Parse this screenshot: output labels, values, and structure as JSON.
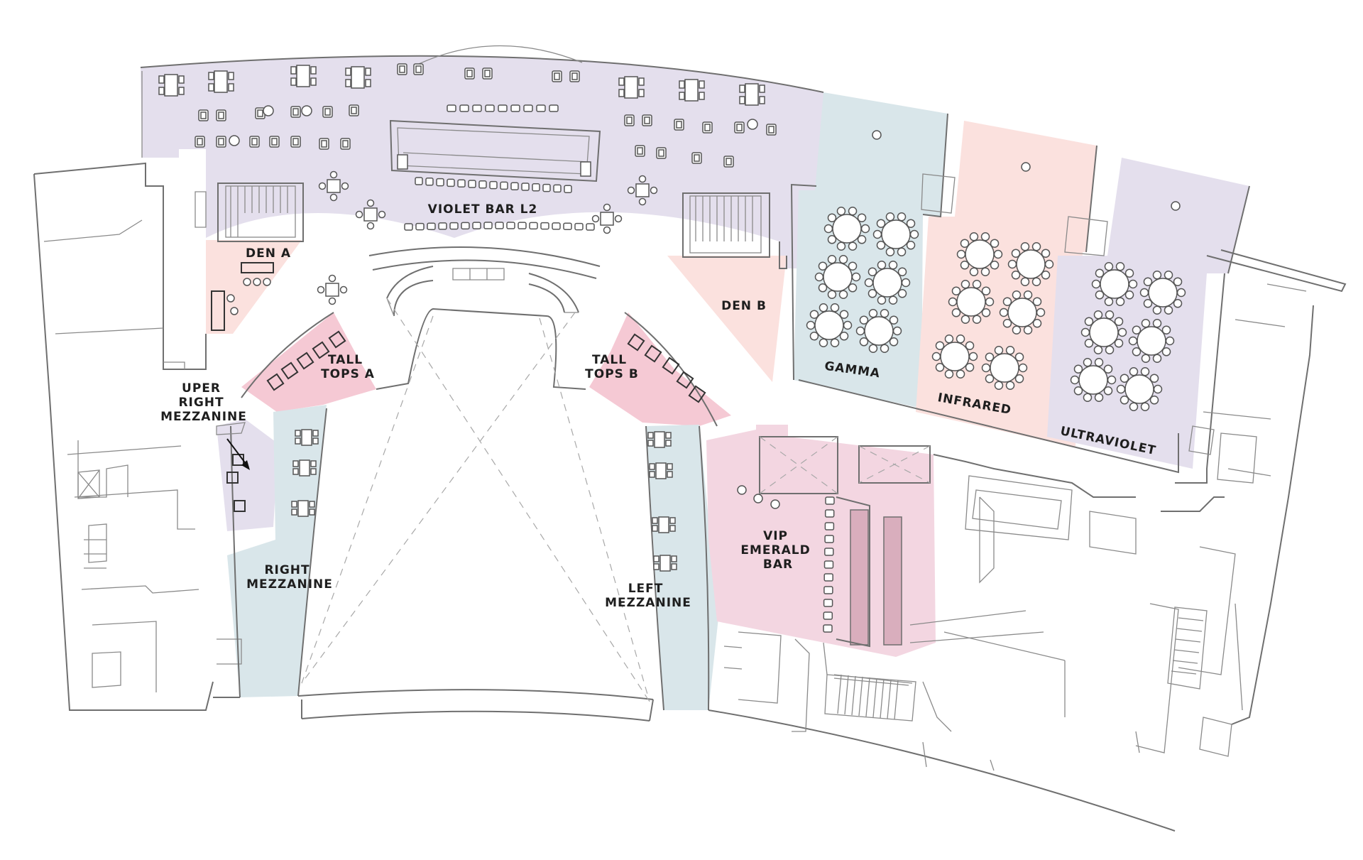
{
  "floorplan": {
    "colors": {
      "violet": "#e4dfed",
      "blue": "#d9e6ea",
      "peach": "#fbe1de",
      "pink": "#f5c9d4",
      "vip_pink": "#f3d6e1",
      "walls": "#6f6f6f",
      "labels": "#1e1e1e"
    },
    "areas": [
      {
        "id": "violet-bar-l2",
        "label": [
          "VIOLET BAR L2"
        ],
        "color": "violet"
      },
      {
        "id": "den-a",
        "label": [
          "DEN A"
        ],
        "color": "peach"
      },
      {
        "id": "den-b",
        "label": [
          "DEN B"
        ],
        "color": "peach"
      },
      {
        "id": "tall-tops-a",
        "label": [
          "TALL",
          "TOPS A"
        ],
        "color": "pink"
      },
      {
        "id": "tall-tops-b",
        "label": [
          "TALL",
          "TOPS B"
        ],
        "color": "pink"
      },
      {
        "id": "uper-right-mezzanine",
        "label": [
          "UPER",
          "RIGHT",
          "MEZZANINE"
        ],
        "color": "violet"
      },
      {
        "id": "right-mezzanine",
        "label": [
          "RIGHT",
          "MEZZANINE"
        ],
        "color": "blue"
      },
      {
        "id": "left-mezzanine",
        "label": [
          "LEFT",
          "MEZZANINE"
        ],
        "color": "blue"
      },
      {
        "id": "vip-emerald-bar",
        "label": [
          "VIP",
          "EMERALD",
          "BAR"
        ],
        "color": "vip_pink"
      },
      {
        "id": "gamma",
        "label": [
          "GAMMA"
        ],
        "color": "blue"
      },
      {
        "id": "infrared",
        "label": [
          "INFRARED"
        ],
        "color": "peach"
      },
      {
        "id": "ultraviolet",
        "label": [
          "ULTRAVIOLET"
        ],
        "color": "violet"
      }
    ]
  }
}
